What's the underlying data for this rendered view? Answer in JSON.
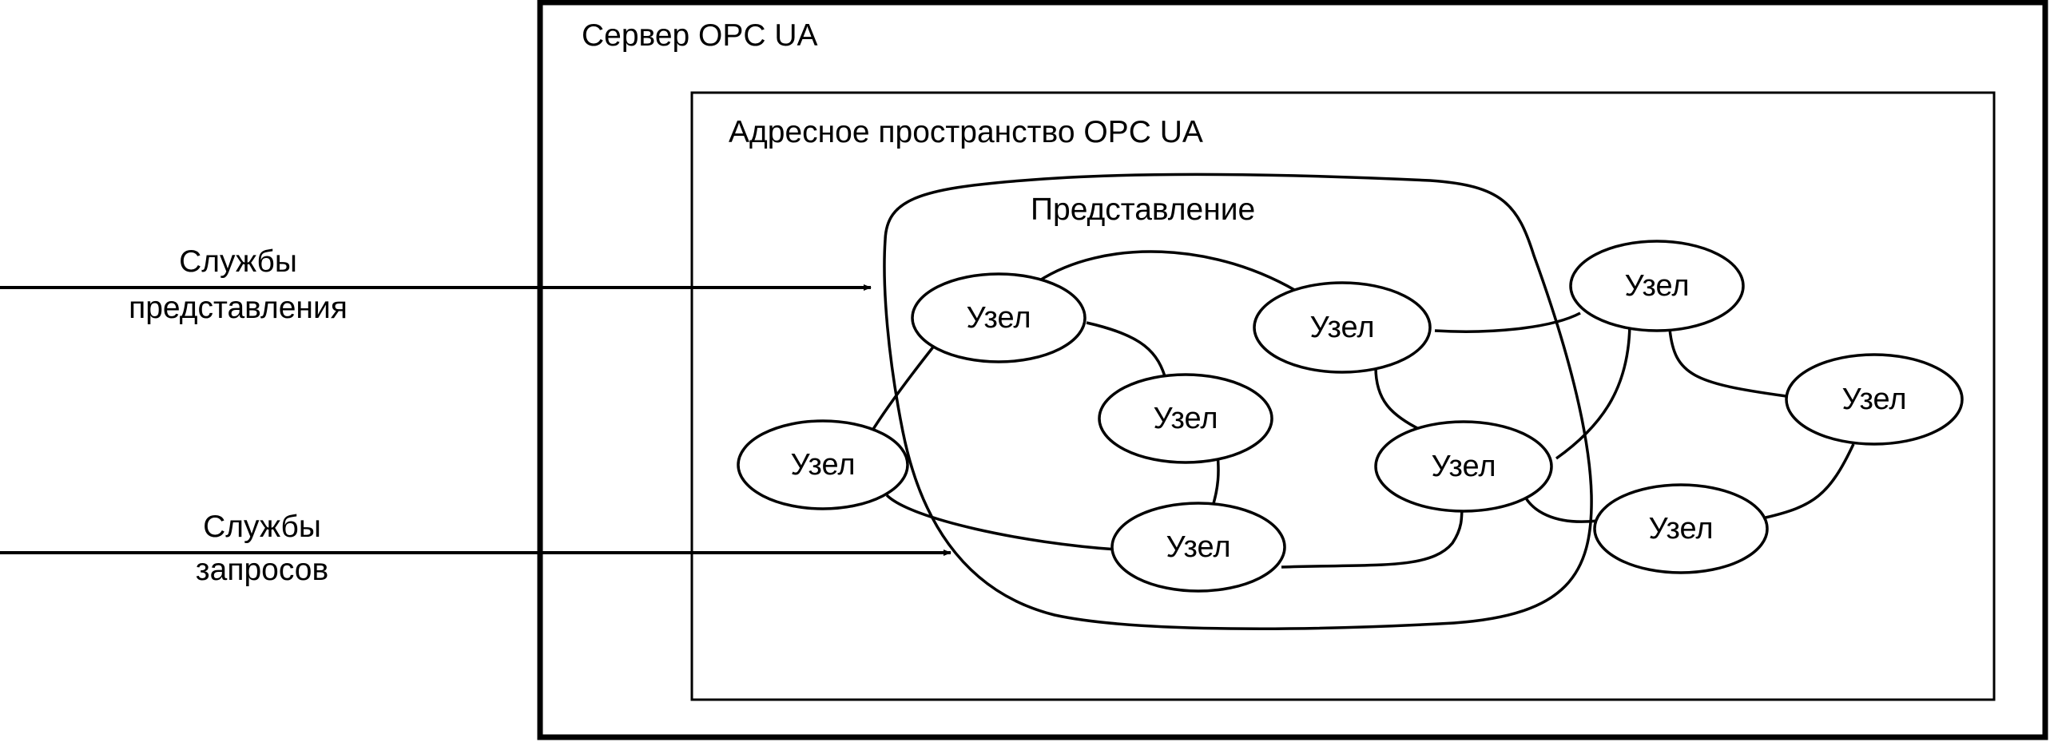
{
  "server": {
    "title": "Сервер OPC UA"
  },
  "address_space": {
    "title": "Адресное пространство OPC UA"
  },
  "view": {
    "title": "Представление"
  },
  "services": {
    "view": {
      "line1": "Службы",
      "line2": "представления"
    },
    "query": {
      "line1": "Службы",
      "line2": "запросов"
    }
  },
  "nodes": [
    {
      "id": "n1",
      "label": "Узел"
    },
    {
      "id": "n2",
      "label": "Узел"
    },
    {
      "id": "n3",
      "label": "Узел"
    },
    {
      "id": "n4",
      "label": "Узел"
    },
    {
      "id": "n5",
      "label": "Узел"
    },
    {
      "id": "n6",
      "label": "Узел"
    },
    {
      "id": "n7",
      "label": "Узел"
    },
    {
      "id": "n8",
      "label": "Узел"
    },
    {
      "id": "n9",
      "label": "Узел"
    }
  ],
  "colors": {
    "stroke": "#000000",
    "background": "#ffffff"
  }
}
